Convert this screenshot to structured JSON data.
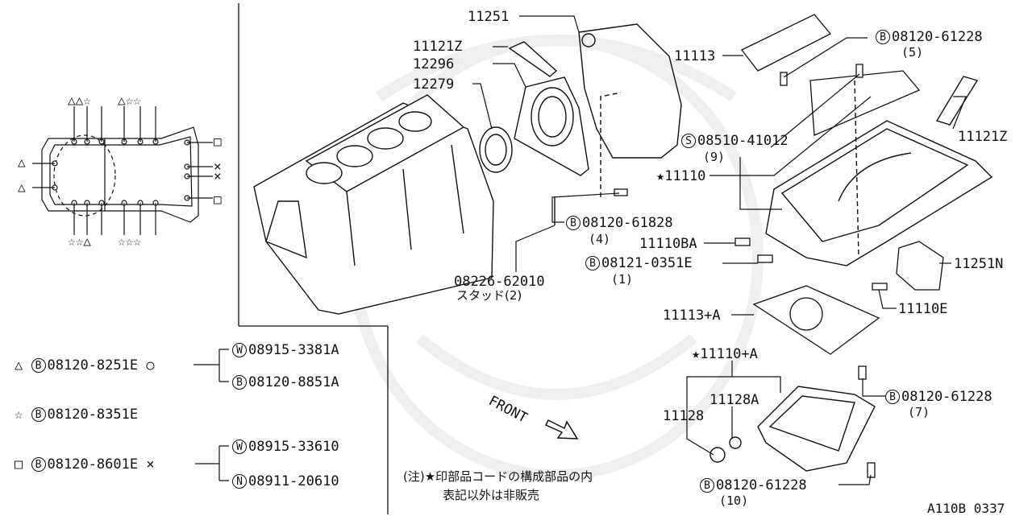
{
  "callouts": {
    "p11251": "11251",
    "p11121z_top": "11121Z",
    "p12296": "12296",
    "p12279": "12279",
    "p11113": "11113",
    "b1_letter": "B",
    "b1_code": "08120-61228",
    "b1_qty": "(5)",
    "p11121z_right": "11121Z",
    "s1_letter": "S",
    "s1_code": "08510-41012",
    "s1_qty": "(9)",
    "p11110": "★11110",
    "b2_letter": "B",
    "b2_code": "08120-61828",
    "b2_qty": "(4)",
    "p11110ba": "11110BA",
    "b3_letter": "B",
    "b3_code": "08121-0351E",
    "b3_qty": "(1)",
    "p08226": "08226-62010",
    "p08226_sub": "スタッド(2)",
    "p11251n": "11251N",
    "p11113a": "11113+A",
    "p11110e": "11110E",
    "p11110a": "★11110+A",
    "p11128a": "11128A",
    "p11128": "11128",
    "b4_letter": "B",
    "b4_code": "08120-61228",
    "b4_qty": "(7)",
    "b5_letter": "B",
    "b5_code": "08120-61228",
    "b5_qty": "(10)",
    "front": "FRONT"
  },
  "legend": {
    "row1_sym": "△",
    "row1_letter": "B",
    "row1_code": "08120-8251E",
    "row1_mark": "○",
    "row1a_letter": "W",
    "row1a_code": "08915-3381A",
    "row1b_letter": "B",
    "row1b_code": "08120-8851A",
    "row2_sym": "☆",
    "row2_letter": "B",
    "row2_code": "08120-8351E",
    "row3_sym": "□",
    "row3_letter": "B",
    "row3_code": "08120-8601E",
    "row3_mark": "×",
    "row3a_letter": "W",
    "row3a_code": "08915-33610",
    "row3b_letter": "N",
    "row3b_code": "08911-20610"
  },
  "gasket_map": {
    "top_left": "△△☆",
    "top_right": "△☆☆",
    "bottom_left": "☆☆△",
    "bottom_right": "☆☆☆",
    "left_upper": "△",
    "left_lower": "△",
    "right_top": "□",
    "right_mid1": "×",
    "right_mid2": "×",
    "right_bottom": "□"
  },
  "note": {
    "line1": "(注)★印部品コードの構成部品の内",
    "line2": "表記以外は非販売"
  },
  "figure_id": "A110B 0337"
}
